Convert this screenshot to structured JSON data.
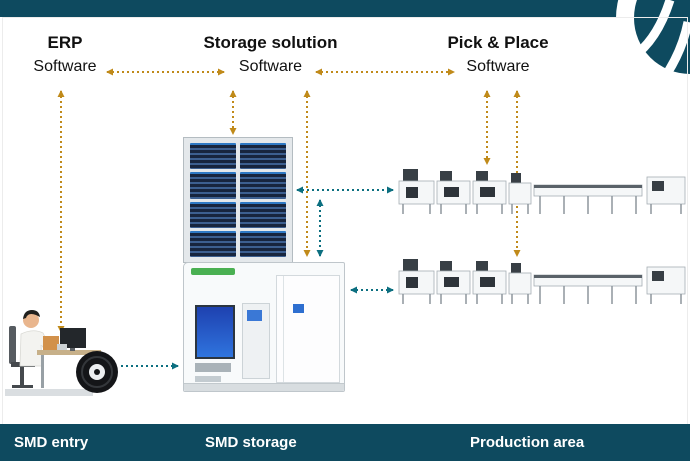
{
  "columns": {
    "erp": {
      "title": "ERP",
      "subtitle": "Software"
    },
    "storage": {
      "title": "Storage solution",
      "subtitle": "Software"
    },
    "pick_place": {
      "title": "Pick & Place",
      "subtitle": "Software"
    }
  },
  "footer": {
    "smd_entry": "SMD entry",
    "smd_storage": "SMD storage",
    "production_area": "Production area"
  },
  "colors": {
    "band": "#0e4a5f",
    "arrow_orange": "#c08a1a",
    "arrow_teal": "#0c6f80"
  }
}
